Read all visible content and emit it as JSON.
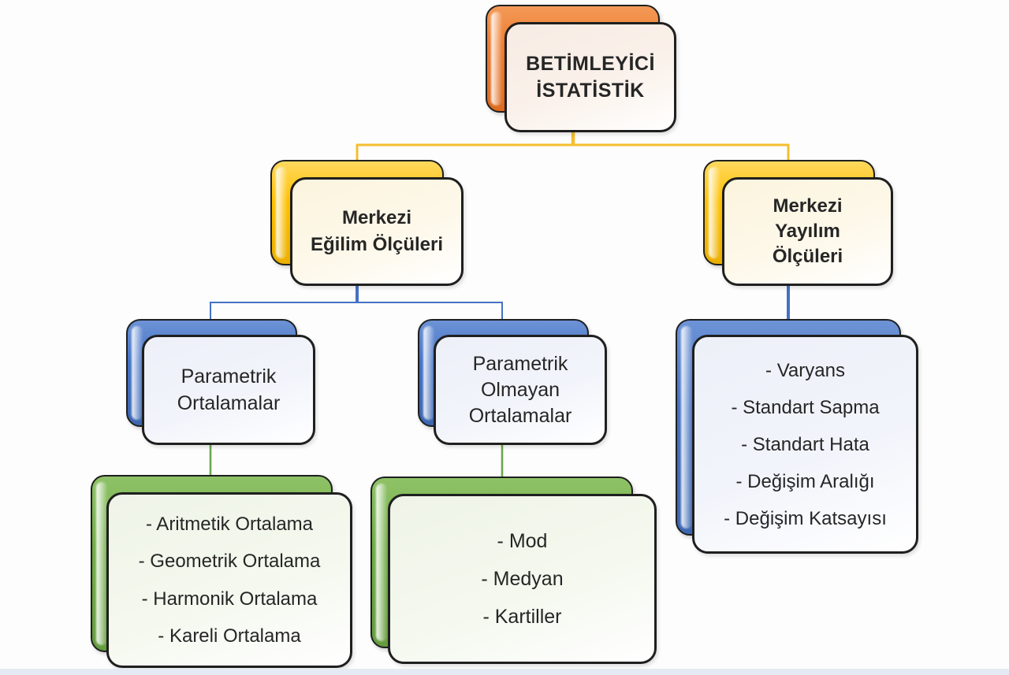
{
  "diagram": {
    "root": {
      "line1": "BETİMLEYİCİ",
      "line2": "İSTATİSTİK"
    },
    "central_tendency": {
      "line1": "Merkezi",
      "line2": "Eğilim Ölçüleri"
    },
    "dispersion": {
      "line1": "Merkezi",
      "line2": "Yayılım",
      "line3": "Ölçüleri"
    },
    "parametric": {
      "line1": "Parametrik",
      "line2": "Ortalamalar"
    },
    "nonparametric": {
      "line1": "Parametrik",
      "line2": "Olmayan",
      "line3": "Ortalamalar"
    },
    "dispersion_list": {
      "items": [
        "- Varyans",
        "- Standart Sapma",
        "- Standart Hata",
        "- Değişim Aralığı",
        "- Değişim Katsayısı"
      ]
    },
    "parametric_list": {
      "items": [
        "- Aritmetik Ortalama",
        "- Geometrik Ortalama",
        "- Harmonik Ortalama",
        "- Kareli Ortalama"
      ]
    },
    "nonparametric_list": {
      "items": [
        "- Mod",
        "- Medyan",
        "- Kartiller"
      ]
    }
  },
  "colors": {
    "orange": "#ED7D31",
    "yellow": "#FFC000",
    "blue": "#4472C4",
    "green": "#70AD47",
    "outline": "#1f1f1f",
    "connector_yellow": "#F5BE2E",
    "connector_blue": "#4472C4",
    "connector_green": "#6AA84F"
  }
}
